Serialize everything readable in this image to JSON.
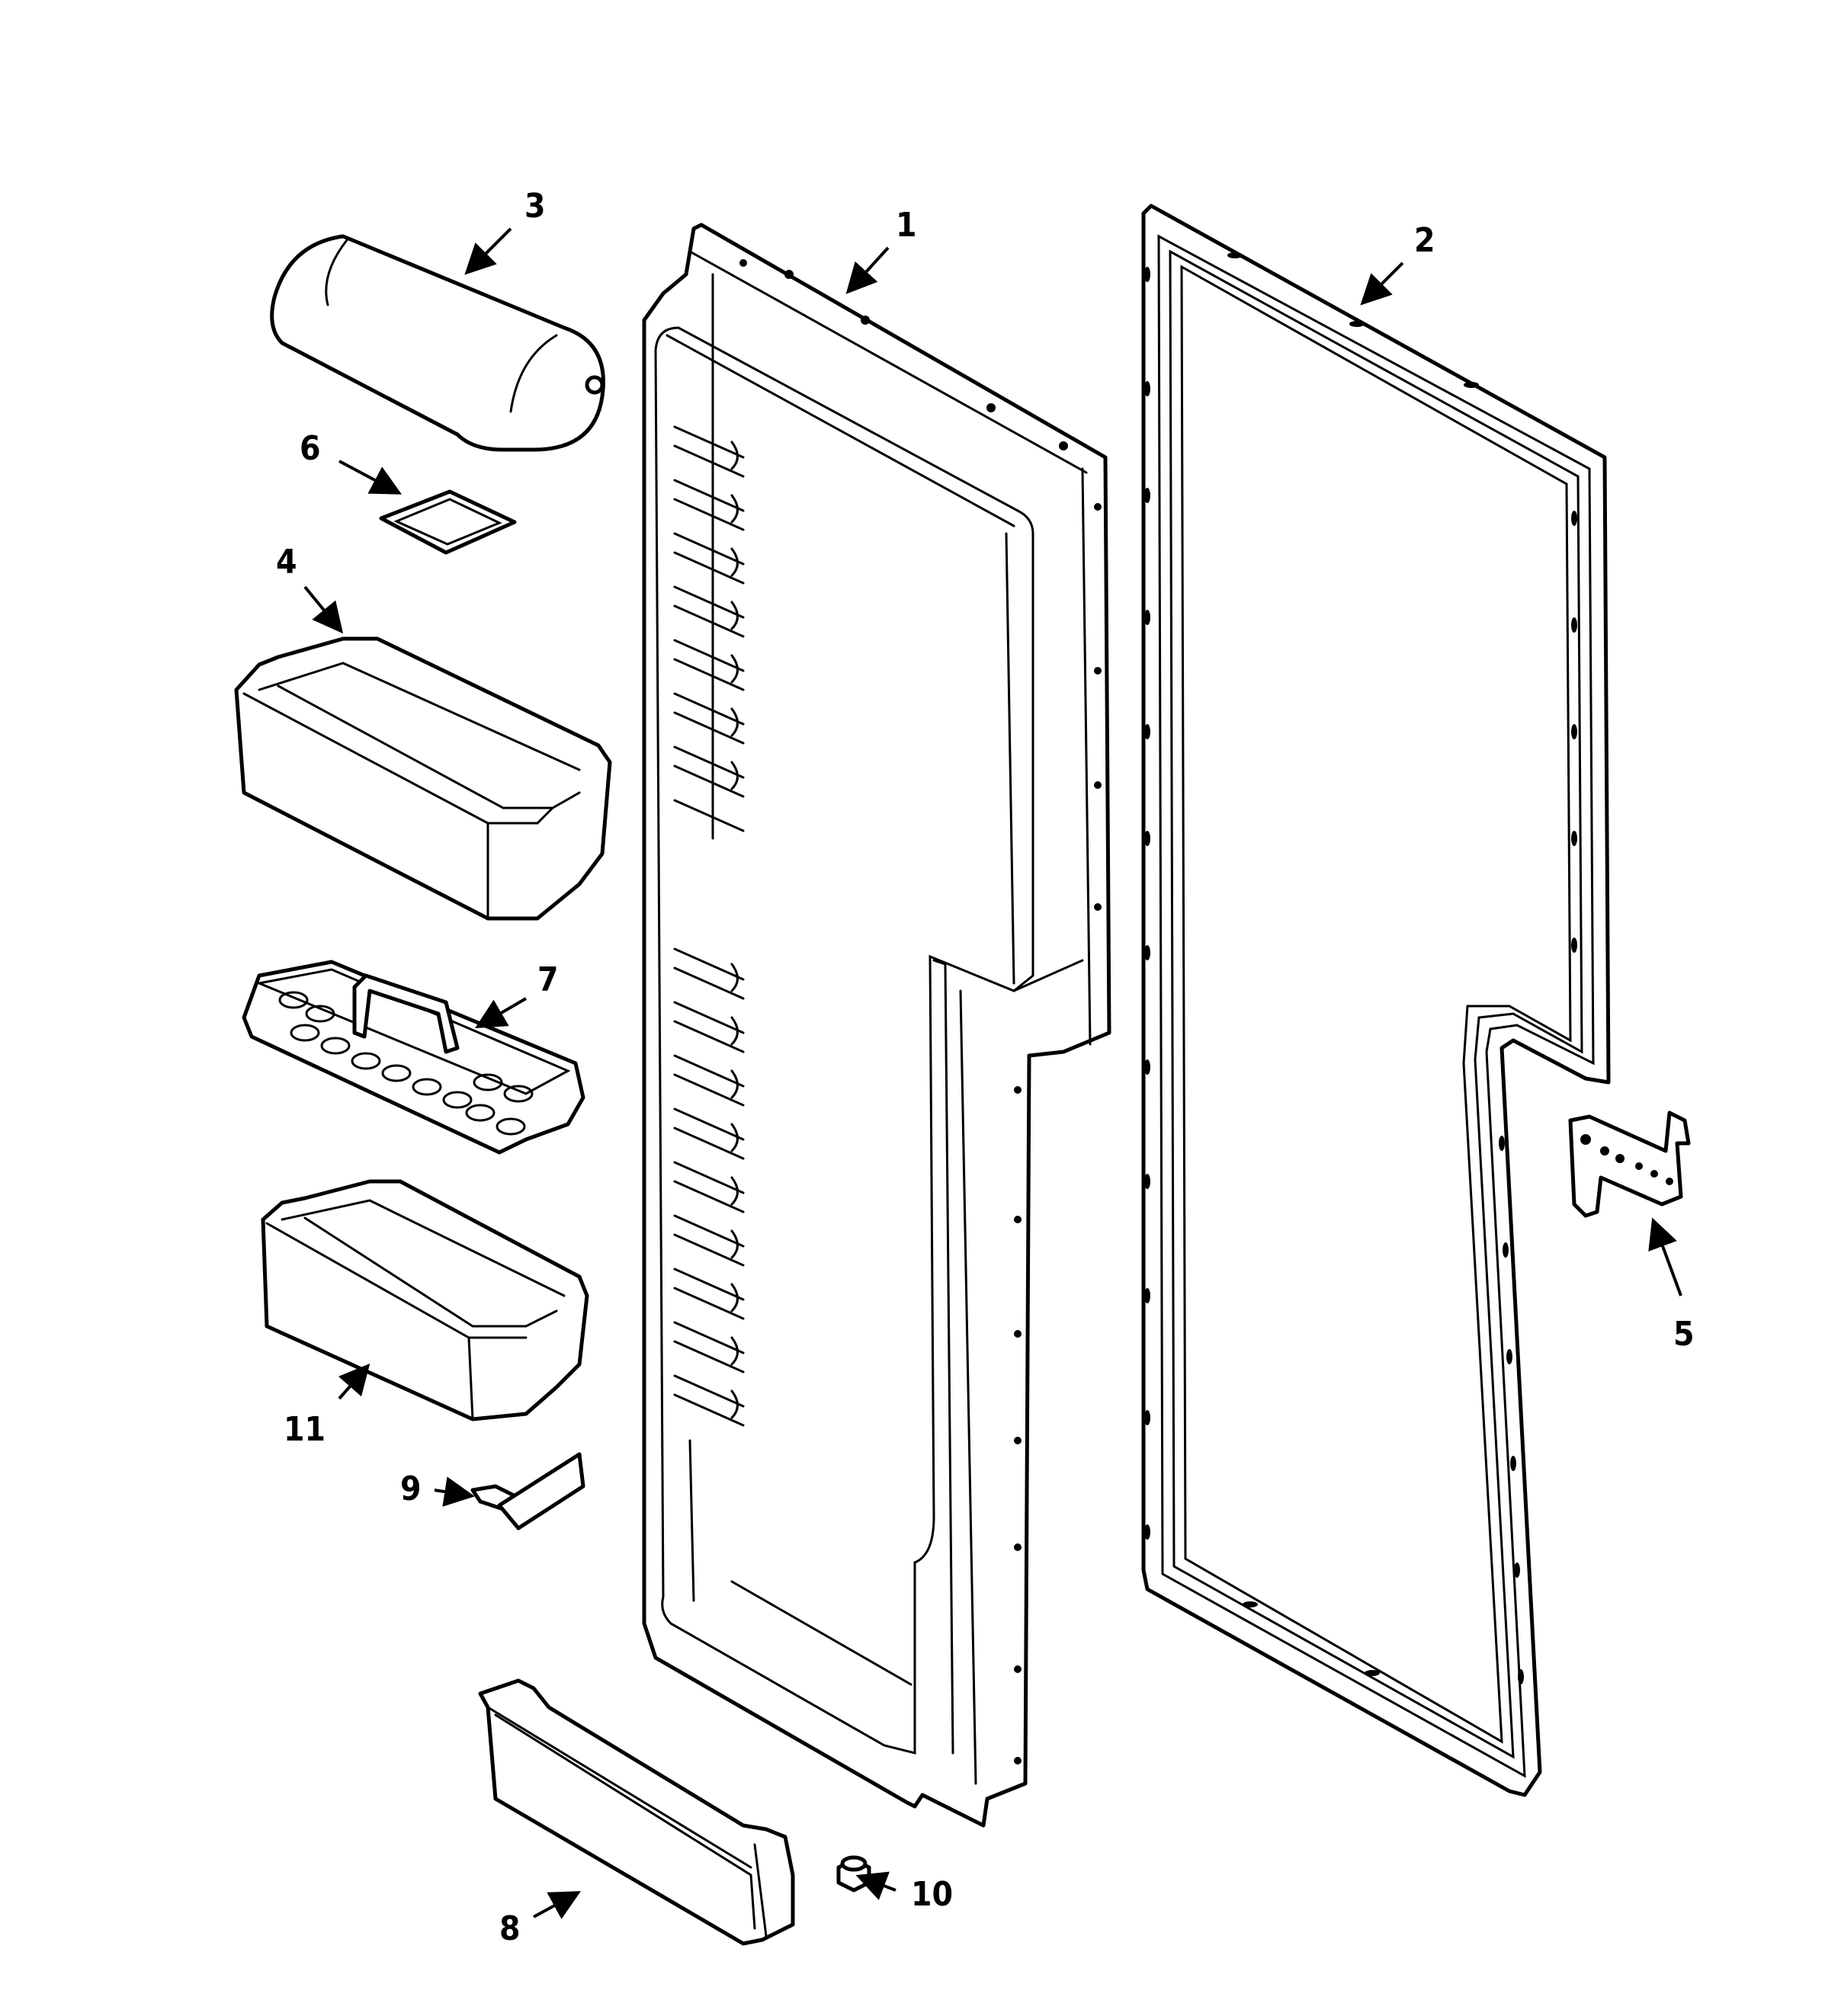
{
  "diagram": {
    "line_color": "#000000",
    "background": "#ffffff",
    "callouts": [
      "1",
      "2",
      "3",
      "4",
      "5",
      "6",
      "7",
      "8",
      "9",
      "10",
      "11"
    ]
  }
}
